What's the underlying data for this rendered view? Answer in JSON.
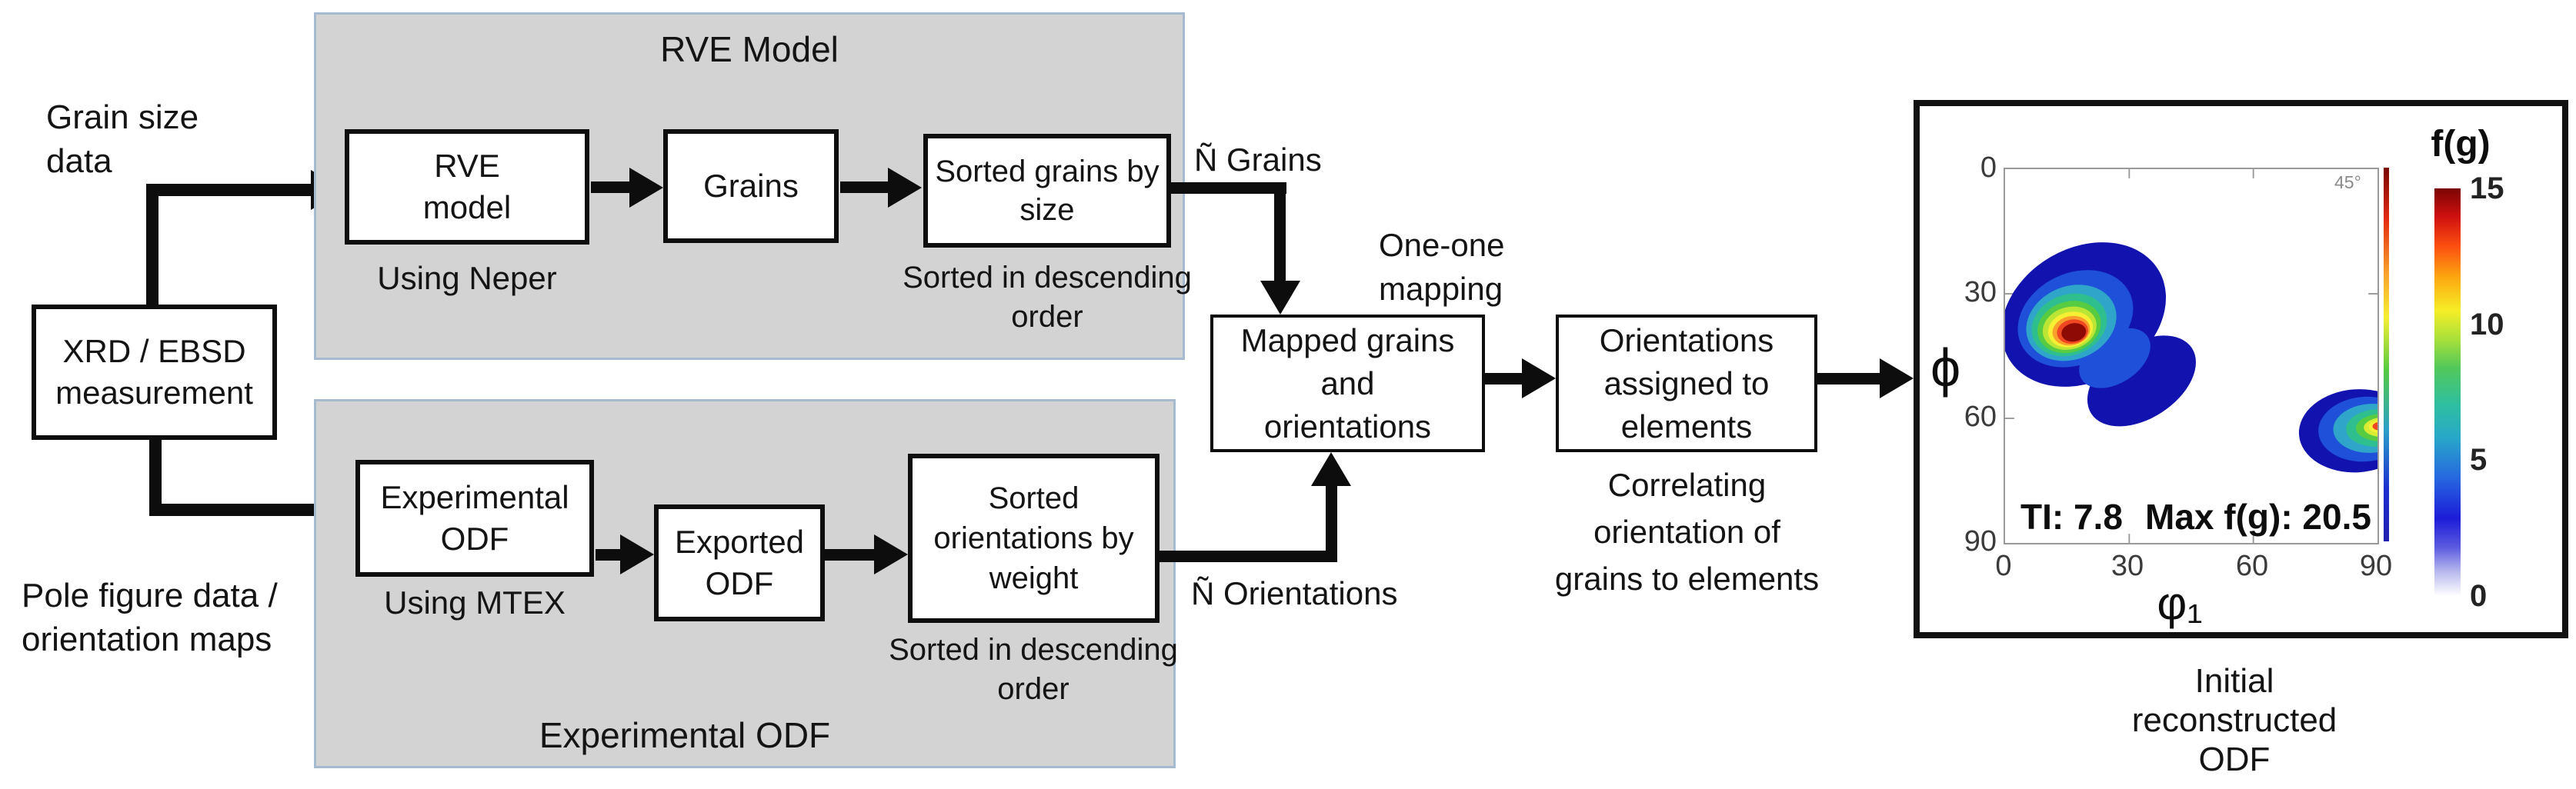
{
  "inputs": {
    "grain_size_label": "Grain size\ndata",
    "xrd_box": "XRD / EBSD\nmeasurement",
    "pole_figure_label": "Pole figure data /\norientation maps"
  },
  "rve_panel": {
    "title": "RVE Model",
    "rve_model_box": "RVE\nmodel",
    "rve_model_caption": "Using Neper",
    "grains_box": "Grains",
    "sorted_grains_box": "Sorted grains by\nsize",
    "sorted_grains_caption": "Sorted in descending\norder",
    "output_label": "Ñ Grains"
  },
  "odf_panel": {
    "title": "Experimental ODF",
    "experimental_odf_box": "Experimental\nODF",
    "experimental_odf_caption": "Using MTEX",
    "exported_odf_box": "Exported\nODF",
    "sorted_orientations_box": "Sorted\norientations by\nweight",
    "sorted_orientations_caption": "Sorted in descending\norder",
    "output_label": "Ñ Orientations"
  },
  "mapping": {
    "one_one_label": "One-one\nmapping",
    "mapped_box": "Mapped grains\nand\norientations",
    "orientations_box": "Orientations\nassigned to\nelements",
    "orientations_caption": "Correlating\norientation of\ngrains to elements"
  },
  "odf_plot": {
    "caption": "Initial\nreconstructed\nODF",
    "colorbar_title": "f(g)",
    "colorbar_ticks": [
      "15",
      "10",
      "5",
      "0"
    ],
    "y_label": "ϕ",
    "x_label": "φ₁",
    "y_ticks": [
      "0",
      "30",
      "60",
      "90"
    ],
    "x_ticks": [
      "0",
      "30",
      "60",
      "90"
    ],
    "section_label": "45°",
    "ti_stat": "TI: 7.8",
    "max_stat": "Max f(g): 20.5"
  },
  "chart_data": {
    "type": "contour",
    "title": "Initial reconstructed ODF",
    "xlabel": "φ₁",
    "ylabel": "ϕ",
    "xlim": [
      0,
      90
    ],
    "ylim": [
      0,
      90
    ],
    "y_axis_inverted": true,
    "x_ticks": [
      0,
      30,
      60,
      90
    ],
    "y_ticks": [
      0,
      30,
      60,
      90
    ],
    "section": "φ2 = 45°",
    "colorbar": {
      "label": "f(g)",
      "range": [
        0,
        15
      ],
      "ticks": [
        15,
        10,
        5,
        0
      ]
    },
    "annotations": [
      "TI: 7.8",
      "Max f(g): 20.5",
      "45°"
    ],
    "peaks": [
      {
        "phi1": 17,
        "Phi": 39,
        "value": 20.5,
        "note": "primary peak, Max f(g)"
      },
      {
        "phi1": 90,
        "Phi": 62,
        "value": 13,
        "note": "secondary peak clipped at phi1 = 90"
      }
    ],
    "accent_colors": {
      "outer_contour": "#1212ae",
      "peak_core": "#8e0a04",
      "panel_gray": "#d3d3d3"
    },
    "contour_rings": [
      {
        "cx": 19,
        "cy": 35,
        "rx": 21,
        "ry": 16,
        "rot": -30,
        "color": "#1212ae"
      },
      {
        "cx": 33,
        "cy": 51,
        "rx": 14.5,
        "ry": 9,
        "rot": -33,
        "color": "#1212ae"
      },
      {
        "cx": 17,
        "cy": 36,
        "rx": 14.5,
        "ry": 11,
        "rot": -25,
        "color": "#1e50d9"
      },
      {
        "cx": 26.5,
        "cy": 45.5,
        "rx": 9.5,
        "ry": 6,
        "rot": -33,
        "color": "#1e50d9"
      },
      {
        "cx": 16,
        "cy": 37,
        "rx": 11.2,
        "ry": 8.8,
        "rot": -22,
        "color": "#2fa6c9"
      },
      {
        "cx": 15.5,
        "cy": 37.5,
        "rx": 9.3,
        "ry": 7.3,
        "rot": -20,
        "color": "#2fbf8e"
      },
      {
        "cx": 15.5,
        "cy": 38,
        "rx": 7.8,
        "ry": 6.1,
        "rot": -18,
        "color": "#57cb41"
      },
      {
        "cx": 15.6,
        "cy": 38.3,
        "rx": 6.6,
        "ry": 5.1,
        "rot": -16,
        "color": "#bce636"
      },
      {
        "cx": 15.8,
        "cy": 38.6,
        "rx": 5.5,
        "ry": 4.2,
        "rot": -15,
        "color": "#f6ef33"
      },
      {
        "cx": 16,
        "cy": 38.9,
        "rx": 4.6,
        "ry": 3.5,
        "rot": -13,
        "color": "#f9a02c"
      },
      {
        "cx": 16.3,
        "cy": 39.1,
        "rx": 3.8,
        "ry": 2.9,
        "rot": -11,
        "color": "#ee4721"
      },
      {
        "cx": 16.6,
        "cy": 39.3,
        "rx": 3.0,
        "ry": 2.2,
        "rot": -10,
        "color": "#8e0a04"
      },
      {
        "cx": 85,
        "cy": 63,
        "rx": 14,
        "ry": 10,
        "rot": -4,
        "color": "#1212ae"
      },
      {
        "cx": 87,
        "cy": 62.6,
        "rx": 11.3,
        "ry": 7.8,
        "rot": -4,
        "color": "#1e50d9"
      },
      {
        "cx": 88.5,
        "cy": 62.4,
        "rx": 9.2,
        "ry": 5.9,
        "rot": -3,
        "color": "#2fa6c9"
      },
      {
        "cx": 90,
        "cy": 62.3,
        "rx": 7.6,
        "ry": 4.5,
        "rot": -3,
        "color": "#2fbf8e"
      },
      {
        "cx": 91,
        "cy": 62.2,
        "rx": 6.2,
        "ry": 3.3,
        "rot": -2,
        "color": "#57cb41"
      },
      {
        "cx": 91.6,
        "cy": 62.1,
        "rx": 4.9,
        "ry": 2.4,
        "rot": -2,
        "color": "#d8ec33"
      },
      {
        "cx": 91.5,
        "cy": 62,
        "rx": 3.6,
        "ry": 1.7,
        "rot": 0,
        "color": "#f6ef33"
      },
      {
        "cx": 90.6,
        "cy": 61.9,
        "rx": 1.8,
        "ry": 1.0,
        "rot": 0,
        "color": "#ee4721"
      }
    ]
  }
}
